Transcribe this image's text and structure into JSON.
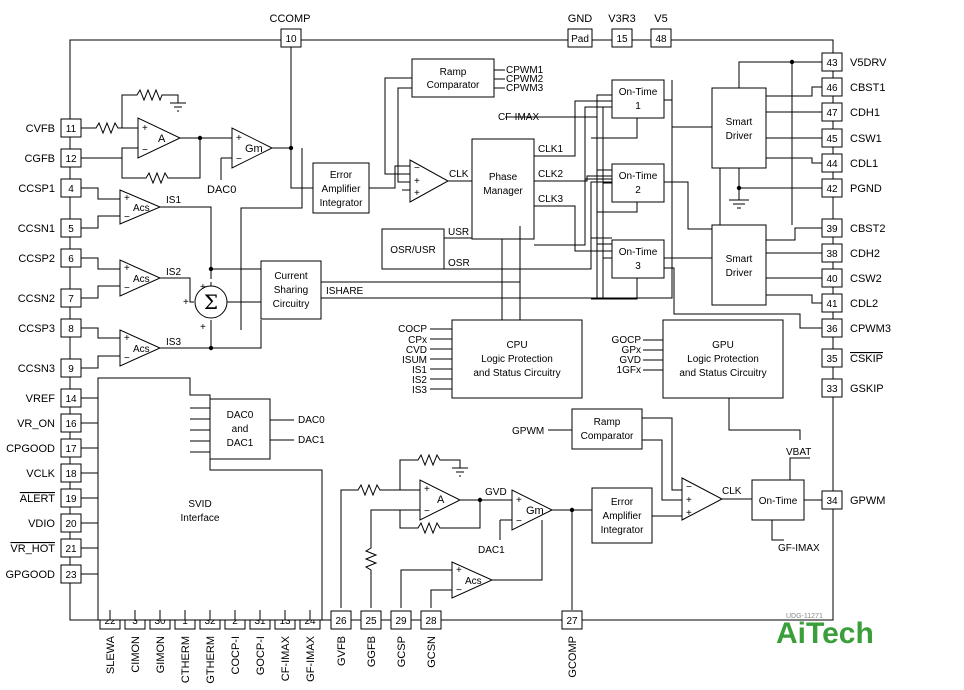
{
  "top_pins": {
    "ccomp": {
      "label": "CCOMP",
      "num": "10"
    },
    "gnd": {
      "label": "GND",
      "num": "Pad"
    },
    "v3r3": {
      "label": "V3R3",
      "num": "15"
    },
    "v5": {
      "label": "V5",
      "num": "48"
    }
  },
  "left_pins": [
    {
      "label": "CVFB",
      "num": "11"
    },
    {
      "label": "CGFB",
      "num": "12"
    },
    {
      "label": "CCSP1",
      "num": "4"
    },
    {
      "label": "CCSN1",
      "num": "5"
    },
    {
      "label": "CCSP2",
      "num": "6"
    },
    {
      "label": "CCSN2",
      "num": "7"
    },
    {
      "label": "CCSP3",
      "num": "8"
    },
    {
      "label": "CCSN3",
      "num": "9"
    },
    {
      "label": "VREF",
      "num": "14"
    },
    {
      "label": "VR_ON",
      "num": "16"
    },
    {
      "label": "CPGOOD",
      "num": "17"
    },
    {
      "label": "VCLK",
      "num": "18"
    },
    {
      "label": "ALERT",
      "num": "19"
    },
    {
      "label": "VDIO",
      "num": "20"
    },
    {
      "label": "VR_HOT",
      "num": "21"
    },
    {
      "label": "GPGOOD",
      "num": "23"
    }
  ],
  "right_pins": [
    {
      "label": "V5DRV",
      "num": "43"
    },
    {
      "label": "CBST1",
      "num": "46"
    },
    {
      "label": "CDH1",
      "num": "47"
    },
    {
      "label": "CSW1",
      "num": "45"
    },
    {
      "label": "CDL1",
      "num": "44"
    },
    {
      "label": "PGND",
      "num": "42"
    },
    {
      "label": "CBST2",
      "num": "39"
    },
    {
      "label": "CDH2",
      "num": "38"
    },
    {
      "label": "CSW2",
      "num": "40"
    },
    {
      "label": "CDL2",
      "num": "41"
    },
    {
      "label": "CPWM3",
      "num": "36"
    },
    {
      "label": "CSKIP",
      "num": "35"
    },
    {
      "label": "GSKIP",
      "num": "33"
    },
    {
      "label": "GPWM",
      "num": "34"
    }
  ],
  "bottom_pins": [
    {
      "label": "SLEWA",
      "num": "22"
    },
    {
      "label": "CIMON",
      "num": "3"
    },
    {
      "label": "GIMON",
      "num": "30"
    },
    {
      "label": "CTHERM",
      "num": "1"
    },
    {
      "label": "GTHERM",
      "num": "32"
    },
    {
      "label": "COCP-I",
      "num": "2"
    },
    {
      "label": "GOCP-I",
      "num": "31"
    },
    {
      "label": "CF-IMAX",
      "num": "13"
    },
    {
      "label": "GF-IMAX",
      "num": "24"
    },
    {
      "label": "GVFB",
      "num": "26"
    },
    {
      "label": "GGFB",
      "num": "25"
    },
    {
      "label": "GCSP",
      "num": "29"
    },
    {
      "label": "GCSN",
      "num": "28"
    },
    {
      "label": "GCOMP",
      "num": "27"
    }
  ],
  "blocks": {
    "ramp_top": [
      "Ramp",
      "Comparator"
    ],
    "ramp_bottom": [
      "Ramp",
      "Comparator"
    ],
    "error_amp_top": [
      "Error",
      "Amplifier",
      "Integrator"
    ],
    "error_amp_bottom": [
      "Error",
      "Amplifier",
      "Integrator"
    ],
    "phase_manager": [
      "Phase",
      "Manager"
    ],
    "osr_usr": "OSR/USR",
    "current_sharing": [
      "Current",
      "Sharing",
      "Circuitry"
    ],
    "ontime1": [
      "On-Time",
      "1"
    ],
    "ontime2": [
      "On-Time",
      "2"
    ],
    "ontime3": [
      "On-Time",
      "3"
    ],
    "ontime_g": "On-Time",
    "smart_driver1": [
      "Smart",
      "Driver"
    ],
    "smart_driver2": [
      "Smart",
      "Driver"
    ],
    "cpu": [
      "CPU",
      "Logic Protection",
      "and Status Circuitry"
    ],
    "gpu": [
      "GPU",
      "Logic Protection",
      "and Status Circuitry"
    ],
    "dac": [
      "DAC0",
      "and",
      "DAC1"
    ],
    "svid": [
      "SVID",
      "Interface"
    ]
  },
  "signals": {
    "cpwm1": "CPWM1",
    "cpwm2": "CPWM2",
    "cpwm3": "CPWM3",
    "cf_imax": "CF-IMAX",
    "clk": "CLK",
    "clk1": "CLK1",
    "clk2": "CLK2",
    "clk3": "CLK3",
    "usr": "USR",
    "osr": "OSR",
    "ishare": "ISHARE",
    "is1": "IS1",
    "is2": "IS2",
    "is3": "IS3",
    "acs": "Acs",
    "a": "A",
    "gm": "Gm",
    "dac0": "DAC0",
    "dac1": "DAC1",
    "sigma": "Σ",
    "cocp": "COCP",
    "cpx": "CPx",
    "cvd": "CVD",
    "isum": "ISUM",
    "is1b": "IS1",
    "is2b": "IS2",
    "is3b": "IS3",
    "gocp": "GOCP",
    "gpx": "GPx",
    "gvd": "GVD",
    "igfx": "1GFx",
    "gpwm": "GPWM",
    "gvd_net": "GVD",
    "vbat": "VBAT",
    "gf_imax": "GF-IMAX",
    "dac0_out": "DAC0",
    "dac1_out": "DAC1",
    "gclk": "CLK"
  },
  "watermark": {
    "brand": "AiTech",
    "small": "UDG-11271"
  }
}
